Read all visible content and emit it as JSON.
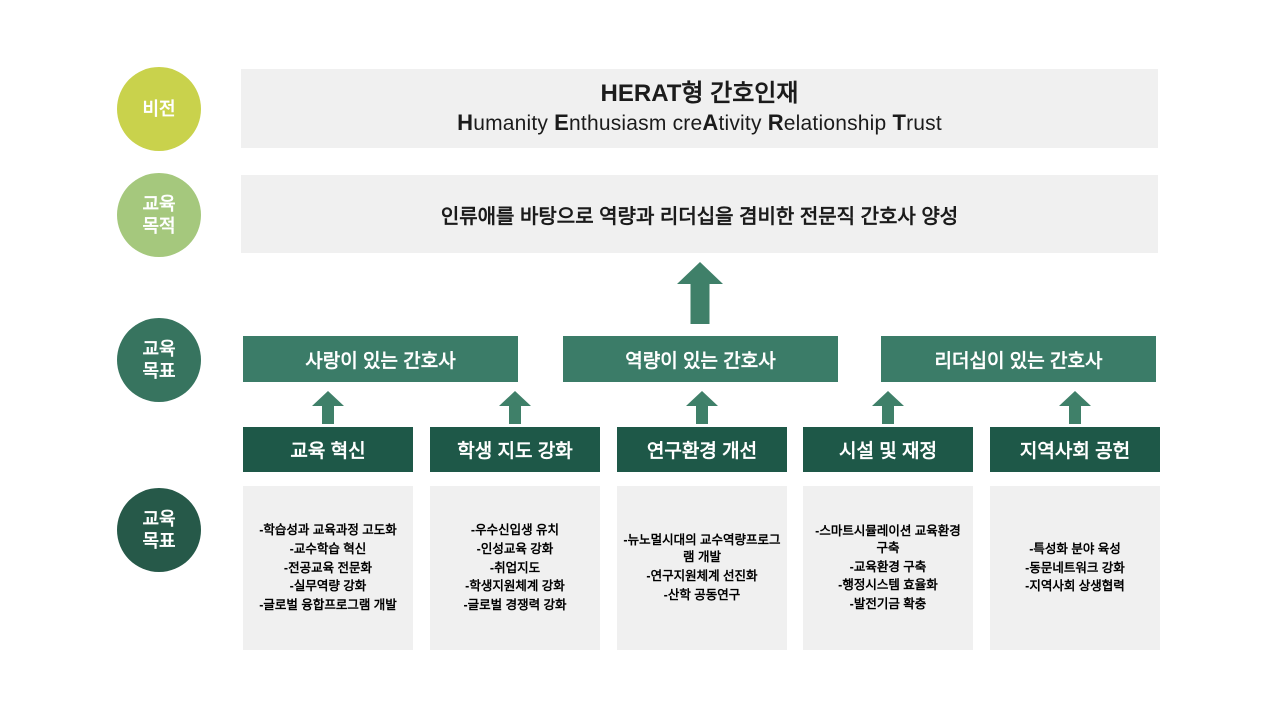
{
  "colors": {
    "vision_circle": "#c9d24c",
    "purpose_circle": "#a5c87d",
    "goal_circle": "#37745f",
    "strategy_circle": "#265949",
    "gray_box": "#f0f0f0",
    "goal_box": "#3b7c68",
    "pillar_box": "#1e5848",
    "arrow": "#3f8069"
  },
  "vision": {
    "circle_label": "비전",
    "title": "HERAT형 간호인재",
    "subtitle_segments": [
      "H",
      "umanity ",
      "E",
      "nthusiasm cre",
      "A",
      "tivity ",
      "R",
      "elationship ",
      "T",
      "rust"
    ]
  },
  "purpose": {
    "circle_label": "교육\n목적",
    "text": "인류애를 바탕으로 역량과 리더십을 겸비한 전문직 간호사 양성"
  },
  "goals": {
    "circle_label": "교육\n목표",
    "items": [
      "사랑이 있는 간호사",
      "역량이 있는 간호사",
      "리더십이 있는 간호사"
    ]
  },
  "strategies": {
    "circle_label": "교육\n목표",
    "pillars": [
      {
        "title": "교육 혁신",
        "items": [
          "-학습성과 교육과정 고도화",
          "-교수학습 혁신",
          "-전공교육 전문화",
          "-실무역량 강화",
          "-글로벌 융합프로그램 개발"
        ]
      },
      {
        "title": "학생 지도 강화",
        "items": [
          "-우수신입생 유치",
          "-인성교육 강화",
          "-취업지도",
          "-학생지원체계 강화",
          "-글로벌 경쟁력 강화"
        ]
      },
      {
        "title": "연구환경 개선",
        "items": [
          "-뉴노멀시대의 교수역량프로그램 개발",
          "-연구지원체계 선진화",
          "-산학 공동연구"
        ]
      },
      {
        "title": "시설 및 재정",
        "items": [
          "-스마트시뮬레이션 교육환경 구축",
          "-교육환경 구축",
          "-행정시스템 효율화",
          "-발전기금 확충"
        ]
      },
      {
        "title": "지역사회 공헌",
        "items": [
          "-특성화 분야 육성",
          "-동문네트워크 강화",
          "-지역사회 상생협력"
        ]
      }
    ]
  }
}
